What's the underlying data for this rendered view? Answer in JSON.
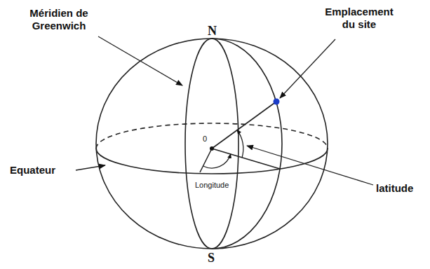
{
  "diagram": {
    "labels": [
      "Méridien de Greenwich",
      "N",
      "Emplacement du site",
      "0",
      "Equateur",
      "Longitude",
      "latitude",
      "S"
    ]
  }
}
